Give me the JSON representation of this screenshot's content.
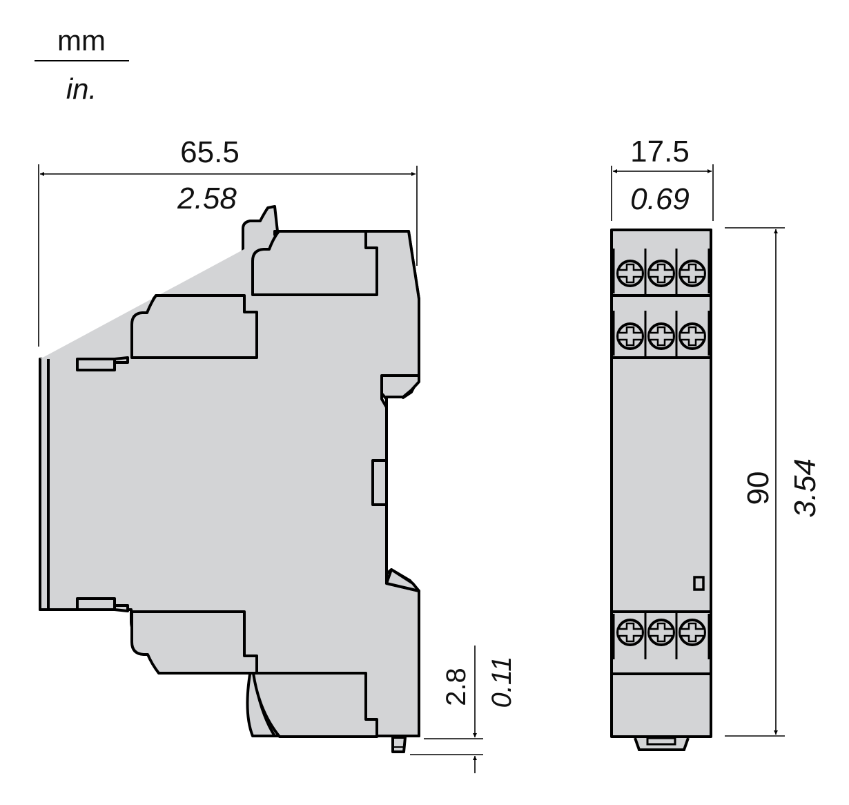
{
  "units": {
    "primary": "mm",
    "secondary": "in."
  },
  "side_view": {
    "width_dimension": {
      "mm": "65.5",
      "in": "2.58"
    },
    "rail_offset_dimension": {
      "mm": "2.8",
      "in": "0.11"
    }
  },
  "front_view": {
    "width_dimension": {
      "mm": "17.5",
      "in": "0.69"
    },
    "height_dimension": {
      "mm": "90",
      "in": "3.54"
    },
    "terminal_rows": [
      {
        "position": "top-1",
        "screws": 3
      },
      {
        "position": "top-2",
        "screws": 3
      },
      {
        "position": "bottom",
        "screws": 3
      }
    ]
  },
  "colors": {
    "body_fill": "#d3d4d6",
    "outline": "#000000",
    "background": "#ffffff"
  }
}
